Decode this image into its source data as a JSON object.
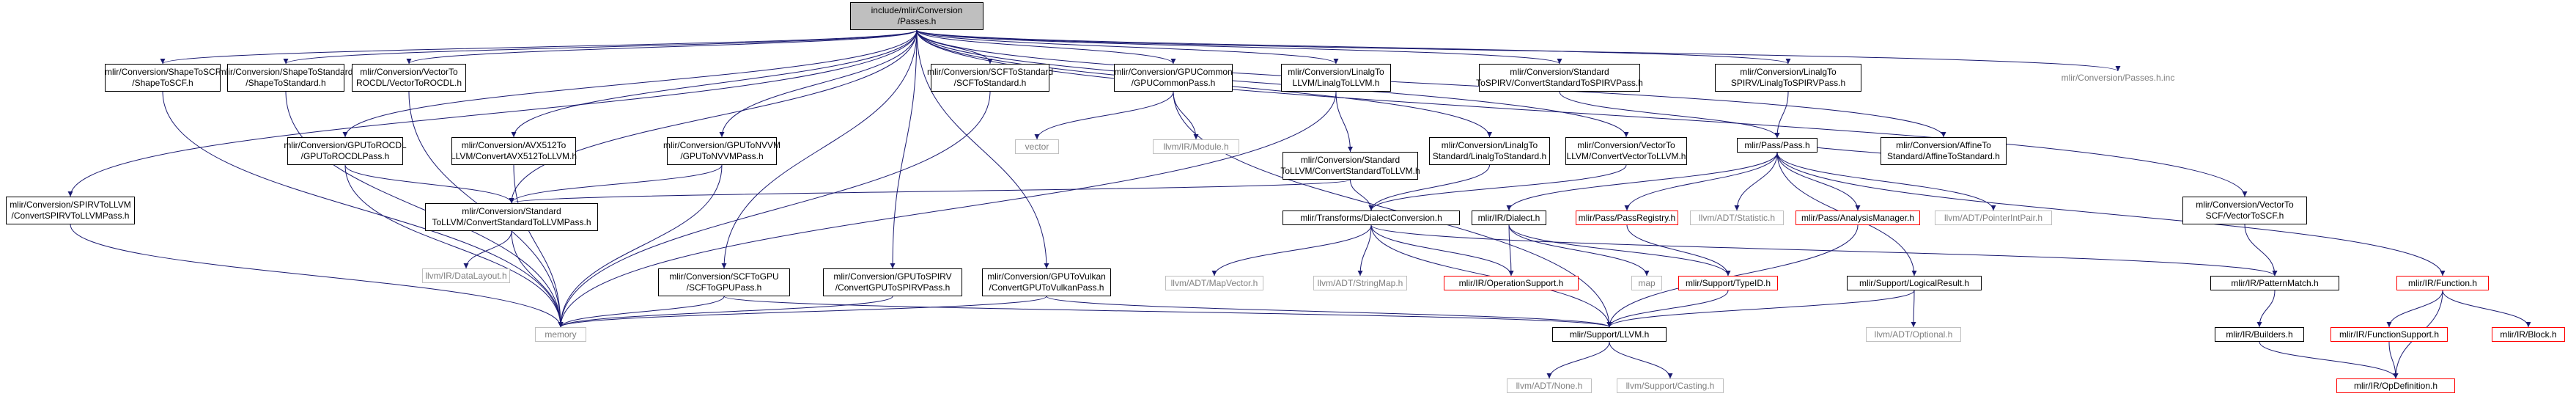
{
  "nodes": [
    {
      "id": "root",
      "lines": [
        "include/mlir/Conversion",
        "/Passes.h"
      ],
      "style": "root"
    },
    {
      "id": "shapeToScf",
      "lines": [
        "mlir/Conversion/ShapeToSCF",
        "/ShapeToSCF.h"
      ]
    },
    {
      "id": "shapeToStd",
      "lines": [
        "mlir/Conversion/ShapeToStandard",
        "/ShapeToStandard.h"
      ]
    },
    {
      "id": "vectorToRocdl",
      "lines": [
        "mlir/Conversion/VectorTo",
        "ROCDL/VectorToROCDL.h"
      ]
    },
    {
      "id": "scfToStd",
      "lines": [
        "mlir/Conversion/SCFToStandard",
        "/SCFToStandard.h"
      ]
    },
    {
      "id": "gpuCommon",
      "lines": [
        "mlir/Conversion/GPUCommon",
        "/GPUCommonPass.h"
      ]
    },
    {
      "id": "linalgToLlvm",
      "lines": [
        "mlir/Conversion/LinalgTo",
        "LLVM/LinalgToLLVM.h"
      ]
    },
    {
      "id": "stdToSpirv",
      "lines": [
        "mlir/Conversion/Standard",
        "ToSPIRV/ConvertStandardToSPIRVPass.h"
      ]
    },
    {
      "id": "linalgToSpirv",
      "lines": [
        "mlir/Conversion/LinalgTo",
        "SPIRV/LinalgToSPIRVPass.h"
      ]
    },
    {
      "id": "passesInc",
      "lines": [
        "mlir/Conversion/Passes.h.inc"
      ],
      "style": "plain"
    },
    {
      "id": "gpuToRocdl",
      "lines": [
        "mlir/Conversion/GPUToROCDL",
        "/GPUToROCDLPass.h"
      ]
    },
    {
      "id": "avx512",
      "lines": [
        "mlir/Conversion/AVX512To",
        "LLVM/ConvertAVX512ToLLVM.h"
      ]
    },
    {
      "id": "gpuToNvvm",
      "lines": [
        "mlir/Conversion/GPUToNVVM",
        "/GPUToNVVMPass.h"
      ]
    },
    {
      "id": "vector",
      "lines": [
        "vector"
      ],
      "style": "external"
    },
    {
      "id": "llvmModule",
      "lines": [
        "llvm/IR/Module.h"
      ],
      "style": "external"
    },
    {
      "id": "stdToLlvmStd",
      "lines": [
        "mlir/Conversion/Standard",
        "ToLLVM/ConvertStandardToLLVM.h"
      ]
    },
    {
      "id": "linalgToStd",
      "lines": [
        "mlir/Conversion/LinalgTo",
        "Standard/LinalgToStandard.h"
      ]
    },
    {
      "id": "vectorToLlvm",
      "lines": [
        "mlir/Conversion/VectorTo",
        "LLVM/ConvertVectorToLLVM.h"
      ]
    },
    {
      "id": "passH",
      "lines": [
        "mlir/Pass/Pass.h"
      ]
    },
    {
      "id": "affineToStd",
      "lines": [
        "mlir/Conversion/AffineTo",
        "Standard/AffineToStandard.h"
      ]
    },
    {
      "id": "spirvToLlvm",
      "lines": [
        "mlir/Conversion/SPIRVToLLVM",
        "/ConvertSPIRVToLLVMPass.h"
      ]
    },
    {
      "id": "stdToLlvmPass",
      "lines": [
        "mlir/Conversion/Standard",
        "ToLLVM/ConvertStandardToLLVMPass.h"
      ]
    },
    {
      "id": "dialectConversion",
      "lines": [
        "mlir/Transforms/DialectConversion.h"
      ]
    },
    {
      "id": "irDialect",
      "lines": [
        "mlir/IR/Dialect.h"
      ]
    },
    {
      "id": "passRegistry",
      "lines": [
        "mlir/Pass/PassRegistry.h"
      ],
      "style": "red"
    },
    {
      "id": "adtStatistic",
      "lines": [
        "llvm/ADT/Statistic.h"
      ],
      "style": "external"
    },
    {
      "id": "analysisManager",
      "lines": [
        "mlir/Pass/AnalysisManager.h"
      ],
      "style": "red"
    },
    {
      "id": "pointerIntPair",
      "lines": [
        "llvm/ADT/PointerIntPair.h"
      ],
      "style": "external"
    },
    {
      "id": "vectorToScf",
      "lines": [
        "mlir/Conversion/VectorTo",
        "SCF/VectorToSCF.h"
      ]
    },
    {
      "id": "dataLayout",
      "lines": [
        "llvm/IR/DataLayout.h"
      ],
      "style": "external"
    },
    {
      "id": "scfToGpu",
      "lines": [
        "mlir/Conversion/SCFToGPU",
        "/SCFToGPUPass.h"
      ]
    },
    {
      "id": "gpuToSpirv",
      "lines": [
        "mlir/Conversion/GPUToSPIRV",
        "/ConvertGPUToSPIRVPass.h"
      ]
    },
    {
      "id": "gpuToVulkan",
      "lines": [
        "mlir/Conversion/GPUToVulkan",
        "/ConvertGPUToVulkanPass.h"
      ]
    },
    {
      "id": "mapVector",
      "lines": [
        "llvm/ADT/MapVector.h"
      ],
      "style": "external"
    },
    {
      "id": "stringMap",
      "lines": [
        "llvm/ADT/StringMap.h"
      ],
      "style": "external"
    },
    {
      "id": "opSupport",
      "lines": [
        "mlir/IR/OperationSupport.h"
      ],
      "style": "red"
    },
    {
      "id": "map",
      "lines": [
        "map"
      ],
      "style": "external"
    },
    {
      "id": "typeId",
      "lines": [
        "mlir/Support/TypeID.h"
      ],
      "style": "red"
    },
    {
      "id": "logicalResult",
      "lines": [
        "mlir/Support/LogicalResult.h"
      ]
    },
    {
      "id": "patternMatch",
      "lines": [
        "mlir/IR/PatternMatch.h"
      ]
    },
    {
      "id": "irFunction",
      "lines": [
        "mlir/IR/Function.h"
      ],
      "style": "red"
    },
    {
      "id": "memory",
      "lines": [
        "memory"
      ],
      "style": "external"
    },
    {
      "id": "supportLlvm",
      "lines": [
        "mlir/Support/LLVM.h"
      ]
    },
    {
      "id": "adtOptional",
      "lines": [
        "llvm/ADT/Optional.h"
      ],
      "style": "external"
    },
    {
      "id": "builders",
      "lines": [
        "mlir/IR/Builders.h"
      ]
    },
    {
      "id": "functionSupport",
      "lines": [
        "mlir/IR/FunctionSupport.h"
      ],
      "style": "red"
    },
    {
      "id": "irBlock",
      "lines": [
        "mlir/IR/Block.h"
      ],
      "style": "red"
    },
    {
      "id": "adtNone",
      "lines": [
        "llvm/ADT/None.h"
      ],
      "style": "external"
    },
    {
      "id": "supportCasting",
      "lines": [
        "llvm/Support/Casting.h"
      ],
      "style": "external"
    },
    {
      "id": "opDefinition",
      "lines": [
        "mlir/IR/OpDefinition.h"
      ],
      "style": "red"
    }
  ],
  "edges": [
    [
      "root",
      "shapeToScf"
    ],
    [
      "root",
      "shapeToStd"
    ],
    [
      "root",
      "vectorToRocdl"
    ],
    [
      "root",
      "scfToStd"
    ],
    [
      "root",
      "gpuCommon"
    ],
    [
      "root",
      "linalgToLlvm"
    ],
    [
      "root",
      "stdToSpirv"
    ],
    [
      "root",
      "linalgToSpirv"
    ],
    [
      "root",
      "passesInc"
    ],
    [
      "root",
      "gpuToRocdl"
    ],
    [
      "root",
      "avx512"
    ],
    [
      "root",
      "gpuToNvvm"
    ],
    [
      "root",
      "linalgToStd"
    ],
    [
      "root",
      "vectorToLlvm"
    ],
    [
      "root",
      "affineToStd"
    ],
    [
      "root",
      "spirvToLlvm"
    ],
    [
      "root",
      "stdToLlvmPass"
    ],
    [
      "root",
      "scfToGpu"
    ],
    [
      "root",
      "gpuToSpirv"
    ],
    [
      "root",
      "gpuToVulkan"
    ],
    [
      "root",
      "vectorToScf"
    ],
    [
      "shapeToScf",
      "memory"
    ],
    [
      "shapeToStd",
      "memory"
    ],
    [
      "vectorToRocdl",
      "memory"
    ],
    [
      "scfToStd",
      "memory"
    ],
    [
      "gpuCommon",
      "vector"
    ],
    [
      "gpuCommon",
      "llvmModule"
    ],
    [
      "gpuCommon",
      "supportLlvm"
    ],
    [
      "linalgToLlvm",
      "stdToLlvmStd"
    ],
    [
      "linalgToLlvm",
      "memory"
    ],
    [
      "stdToSpirv",
      "passH"
    ],
    [
      "linalgToSpirv",
      "passH"
    ],
    [
      "gpuToRocdl",
      "stdToLlvmPass"
    ],
    [
      "gpuToRocdl",
      "memory"
    ],
    [
      "avx512",
      "memory"
    ],
    [
      "gpuToNvvm",
      "stdToLlvmPass"
    ],
    [
      "gpuToNvvm",
      "memory"
    ],
    [
      "stdToLlvmStd",
      "stdToLlvmPass"
    ],
    [
      "stdToLlvmStd",
      "dialectConversion"
    ],
    [
      "linalgToStd",
      "dialectConversion"
    ],
    [
      "vectorToLlvm",
      "dialectConversion"
    ],
    [
      "affineToStd",
      "passH"
    ],
    [
      "passH",
      "irDialect"
    ],
    [
      "passH",
      "passRegistry"
    ],
    [
      "passH",
      "adtStatistic"
    ],
    [
      "passH",
      "analysisManager"
    ],
    [
      "passH",
      "pointerIntPair"
    ],
    [
      "passH",
      "logicalResult"
    ],
    [
      "passH",
      "irFunction"
    ],
    [
      "spirvToLlvm",
      "memory"
    ],
    [
      "stdToLlvmPass",
      "dataLayout"
    ],
    [
      "stdToLlvmPass",
      "memory"
    ],
    [
      "dialectConversion",
      "mapVector"
    ],
    [
      "dialectConversion",
      "stringMap"
    ],
    [
      "dialectConversion",
      "opSupport"
    ],
    [
      "dialectConversion",
      "supportLlvm"
    ],
    [
      "dialectConversion",
      "patternMatch"
    ],
    [
      "irDialect",
      "opSupport"
    ],
    [
      "irDialect",
      "map"
    ],
    [
      "irDialect",
      "typeId"
    ],
    [
      "passRegistry",
      "typeId"
    ],
    [
      "analysisManager",
      "supportLlvm"
    ],
    [
      "vectorToScf",
      "patternMatch"
    ],
    [
      "scfToGpu",
      "memory"
    ],
    [
      "scfToGpu",
      "supportLlvm"
    ],
    [
      "gpuToSpirv",
      "memory"
    ],
    [
      "gpuToVulkan",
      "memory"
    ],
    [
      "gpuToVulkan",
      "supportLlvm"
    ],
    [
      "typeId",
      "supportLlvm"
    ],
    [
      "logicalResult",
      "supportLlvm"
    ],
    [
      "logicalResult",
      "adtOptional"
    ],
    [
      "patternMatch",
      "builders"
    ],
    [
      "builders",
      "opDefinition"
    ],
    [
      "irFunction",
      "functionSupport"
    ],
    [
      "irFunction",
      "irBlock"
    ],
    [
      "irFunction",
      "opDefinition"
    ],
    [
      "functionSupport",
      "opDefinition"
    ],
    [
      "supportLlvm",
      "adtNone"
    ],
    [
      "supportLlvm",
      "supportCasting"
    ]
  ]
}
